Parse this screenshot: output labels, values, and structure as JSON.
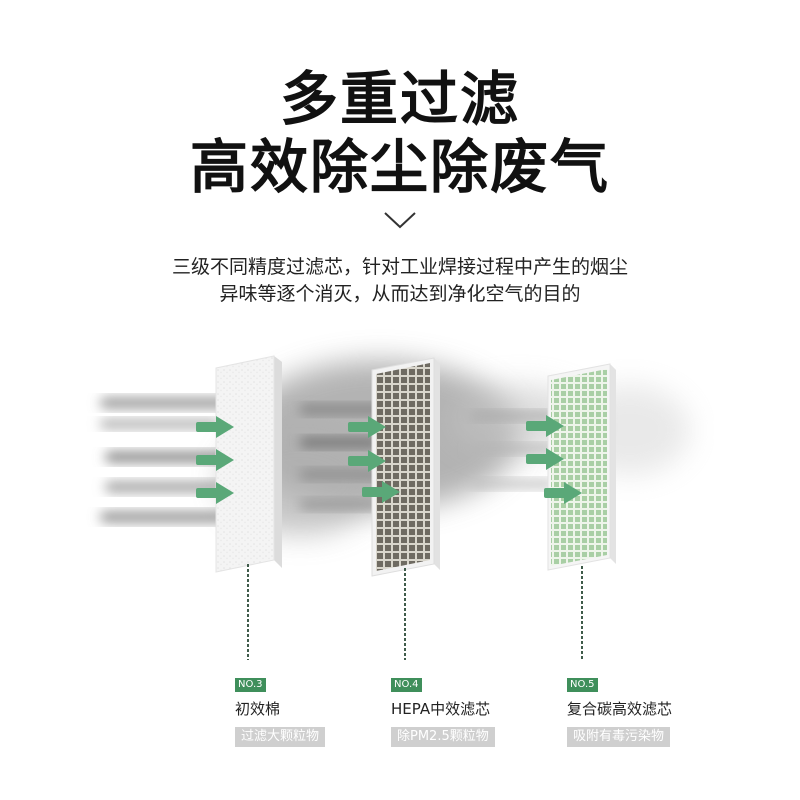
{
  "headline": {
    "line1": "多重过滤",
    "line2": "高效除尘除废气"
  },
  "icons": {
    "chevron": "chevron-down-icon"
  },
  "description": {
    "line1": "三级不同精度过滤芯，针对工业焊接过程中产生的烟尘",
    "line2": "异味等逐个消灭，从而达到净化空气的目的"
  },
  "filters": [
    {
      "badge": "NO.3",
      "name": "初效棉",
      "desc": "过滤大颗粒物"
    },
    {
      "badge": "NO.4",
      "name": "HEPA中效滤芯",
      "desc": "除PM2.5颗粒物"
    },
    {
      "badge": "NO.5",
      "name": "复合碳高效滤芯",
      "desc": "吸附有毒污染物"
    }
  ],
  "colors": {
    "accent_green": "#3f8f5b",
    "arrow_green": "#5aa878",
    "tag_gray": "#cfcfcf"
  }
}
